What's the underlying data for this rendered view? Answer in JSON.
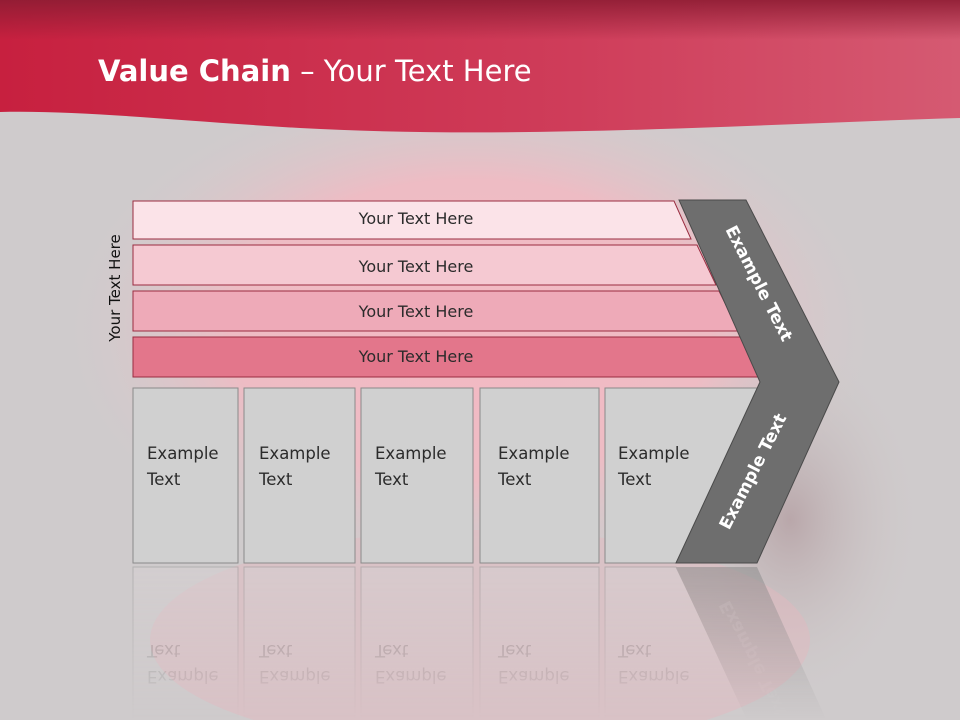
{
  "slide": {
    "title_bold": "Value Chain",
    "title_rest": " – Your Text Here",
    "side_label": "Your Text Here",
    "colors": {
      "header": "#c92d4c",
      "row1": "#fbe3e8",
      "row2": "#f5c9d2",
      "row3": "#eeaab8",
      "row4": "#e3768b",
      "box": "#d0d0d0",
      "chevron": "#6e6e6e"
    }
  },
  "support_rows": [
    {
      "label": "Your Text Here"
    },
    {
      "label": "Your Text Here"
    },
    {
      "label": "Your Text Here"
    },
    {
      "label": "Your Text Here"
    }
  ],
  "primary_boxes": [
    {
      "line1": "Example",
      "line2": "Text"
    },
    {
      "line1": "Example",
      "line2": "Text"
    },
    {
      "line1": "Example",
      "line2": "Text"
    },
    {
      "line1": "Example",
      "line2": "Text"
    },
    {
      "line1": "Example",
      "line2": "Text"
    }
  ],
  "chevron": {
    "upper_label": "Example Text",
    "lower_label": "Example Text"
  }
}
